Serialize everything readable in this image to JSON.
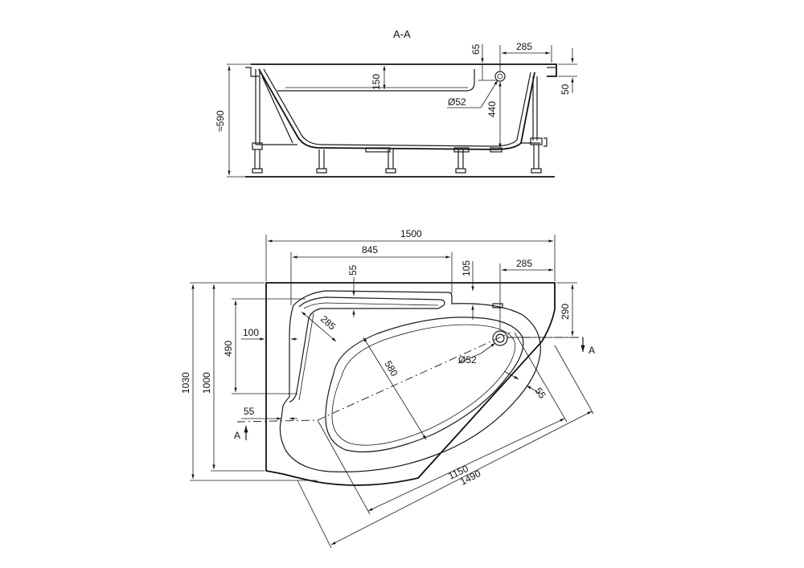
{
  "section_title": "A-A",
  "section_marker": "A",
  "dimensions": {
    "section": {
      "d65": "65",
      "d285": "285",
      "d150": "150",
      "d50": "50",
      "d590": "≈590",
      "d440": "440",
      "d52": "Ø52"
    },
    "plan": {
      "d1500": "1500",
      "d845": "845",
      "d55_top": "55",
      "d105": "105",
      "d285_top": "285",
      "d290": "290",
      "d100": "100",
      "d285_corner": "285",
      "d490": "490",
      "d1030": "1030",
      "d1000": "1000",
      "d580": "580",
      "d52": "Ø52",
      "d55_right": "55",
      "d55_left": "55",
      "d1150": "1150",
      "d1490": "1490"
    }
  }
}
